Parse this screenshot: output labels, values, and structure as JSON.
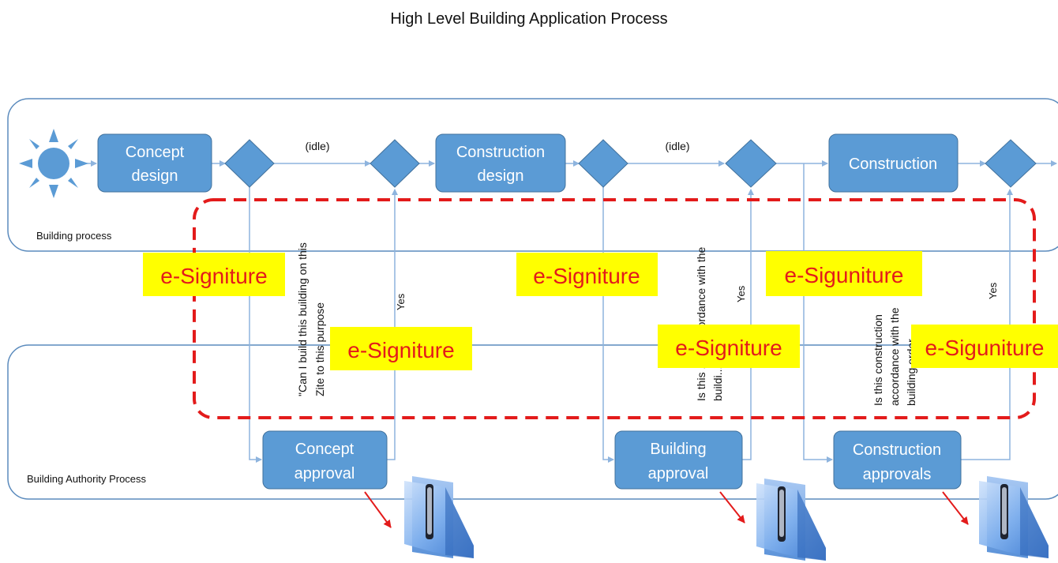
{
  "title": "High Level Building Application Process",
  "lanes": {
    "building": "Building process",
    "authority": "Building Authority Process"
  },
  "process_boxes": {
    "concept_design": [
      "Concept",
      "design"
    ],
    "construction_design": [
      "Construction",
      "design"
    ],
    "construction": "Construction",
    "concept_approval": [
      "Concept",
      "approval"
    ],
    "building_approval": [
      "Building",
      "approval"
    ],
    "construction_approvals": [
      "Construction",
      "approvals"
    ]
  },
  "flow_labels": {
    "idle": "(idle)",
    "yes": "Yes"
  },
  "questions": {
    "q1": [
      "\"Can I build this building on this",
      "Zite to this purpose"
    ],
    "q2": [
      "Is this ... in accordance with the",
      "buildi..."
    ],
    "q3": [
      "Is this construction",
      "accordance with the",
      "building order"
    ]
  },
  "signatures": {
    "e_signiture": "e-Signiture",
    "e_siguniture": "e-Siguniture"
  },
  "colors": {
    "box_fill": "#5b9bd5",
    "box_stroke": "#41719c",
    "lane_stroke": "#5b8bbd",
    "flow_line": "#8eb4de",
    "signature_bg": "#ffff00",
    "signature_text": "#e31b1b",
    "dashed_border": "#e31b1b",
    "arrow_red": "#e31b1b"
  },
  "icons": {
    "start": "sun-icon",
    "archive": "zipped-folder-icon"
  }
}
